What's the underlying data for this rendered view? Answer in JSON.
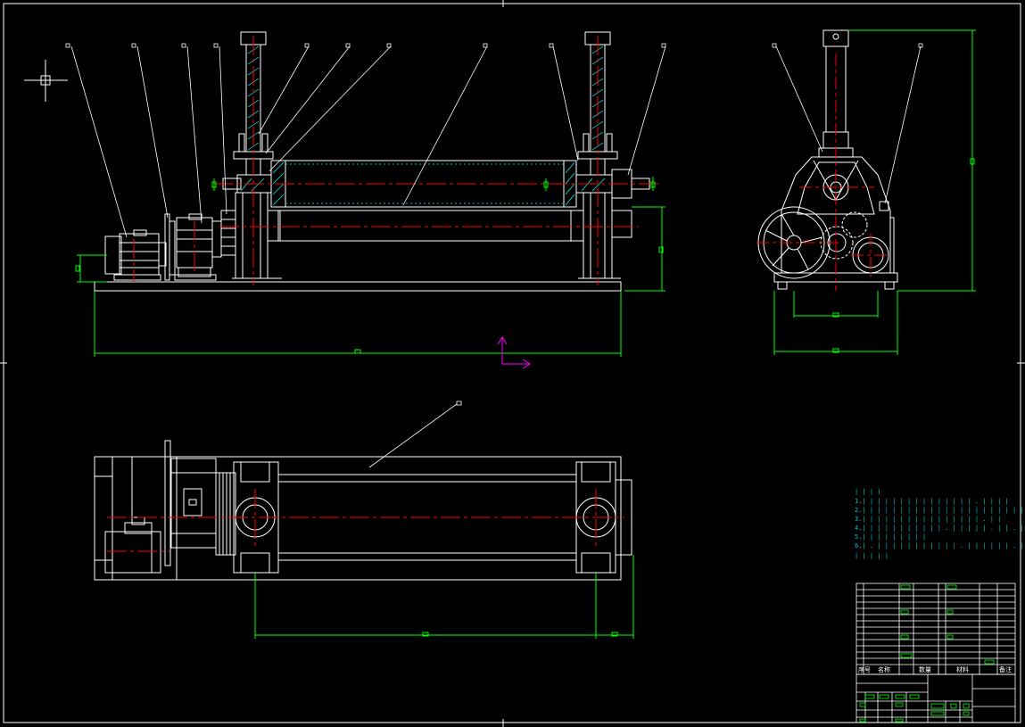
{
  "drawing": {
    "colors": {
      "background": "#000000",
      "outline": "#ffffff",
      "centerline": "#ff0000",
      "dimension": "#00ff00",
      "hatch": "#00ffff",
      "notes": "#00c8c8",
      "ucs": "#ff00ff"
    },
    "notes": {
      "heading": "| | | |",
      "lines": [
        "1.| | | | | | | | | | | | | | | . | | | |",
        "2.| | | | | | | | | | | | | | | | | | | | | | | |",
        "3.| | | | | | | | | | | | | | | | . | |",
        "4.| | | | | | | | | | | . | | | | | . | | . | | | . |",
        "5.| | | | | | | | |",
        "6.| . | | | | | | | | | | | . | | | | | | . | | . | |",
        "| | | | |"
      ]
    },
    "title_block": {
      "column_labels": [
        "序号",
        "名称",
        "数量",
        "材料",
        "备注"
      ]
    }
  }
}
